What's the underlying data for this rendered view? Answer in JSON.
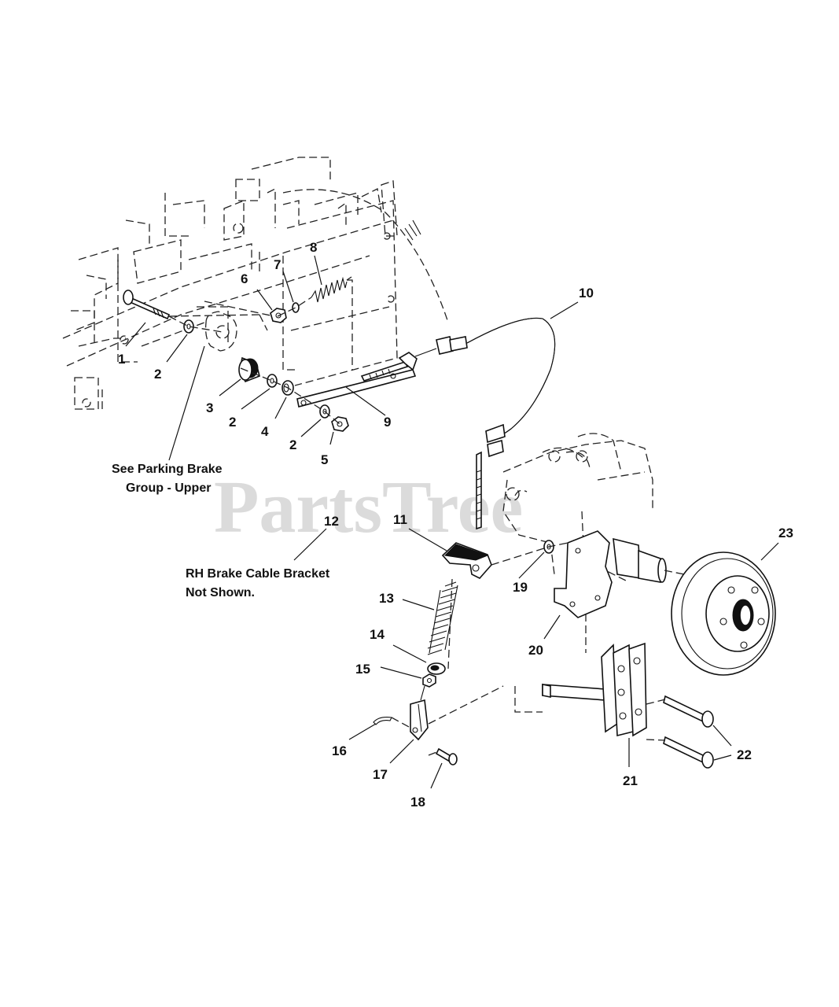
{
  "watermark": "PartsTree",
  "callouts": {
    "parking_brake_line1": "See Parking Brake",
    "parking_brake_line2": "Group - Upper",
    "rh_bracket_line1": "RH Brake Cable Bracket",
    "rh_bracket_line2": "Not Shown."
  },
  "parts": [
    {
      "id": "p1",
      "label": "1"
    },
    {
      "id": "p2a",
      "label": "2"
    },
    {
      "id": "p2b",
      "label": "2"
    },
    {
      "id": "p2c",
      "label": "2"
    },
    {
      "id": "p3",
      "label": "3"
    },
    {
      "id": "p4",
      "label": "4"
    },
    {
      "id": "p5",
      "label": "5"
    },
    {
      "id": "p6",
      "label": "6"
    },
    {
      "id": "p7",
      "label": "7"
    },
    {
      "id": "p8",
      "label": "8"
    },
    {
      "id": "p9",
      "label": "9"
    },
    {
      "id": "p10",
      "label": "10"
    },
    {
      "id": "p11",
      "label": "11"
    },
    {
      "id": "p12",
      "label": "12"
    },
    {
      "id": "p13",
      "label": "13"
    },
    {
      "id": "p14",
      "label": "14"
    },
    {
      "id": "p15",
      "label": "15"
    },
    {
      "id": "p16",
      "label": "16"
    },
    {
      "id": "p17",
      "label": "17"
    },
    {
      "id": "p18",
      "label": "18"
    },
    {
      "id": "p19",
      "label": "19"
    },
    {
      "id": "p20",
      "label": "20"
    },
    {
      "id": "p21",
      "label": "21"
    },
    {
      "id": "p22",
      "label": "22"
    },
    {
      "id": "p23",
      "label": "23"
    }
  ]
}
